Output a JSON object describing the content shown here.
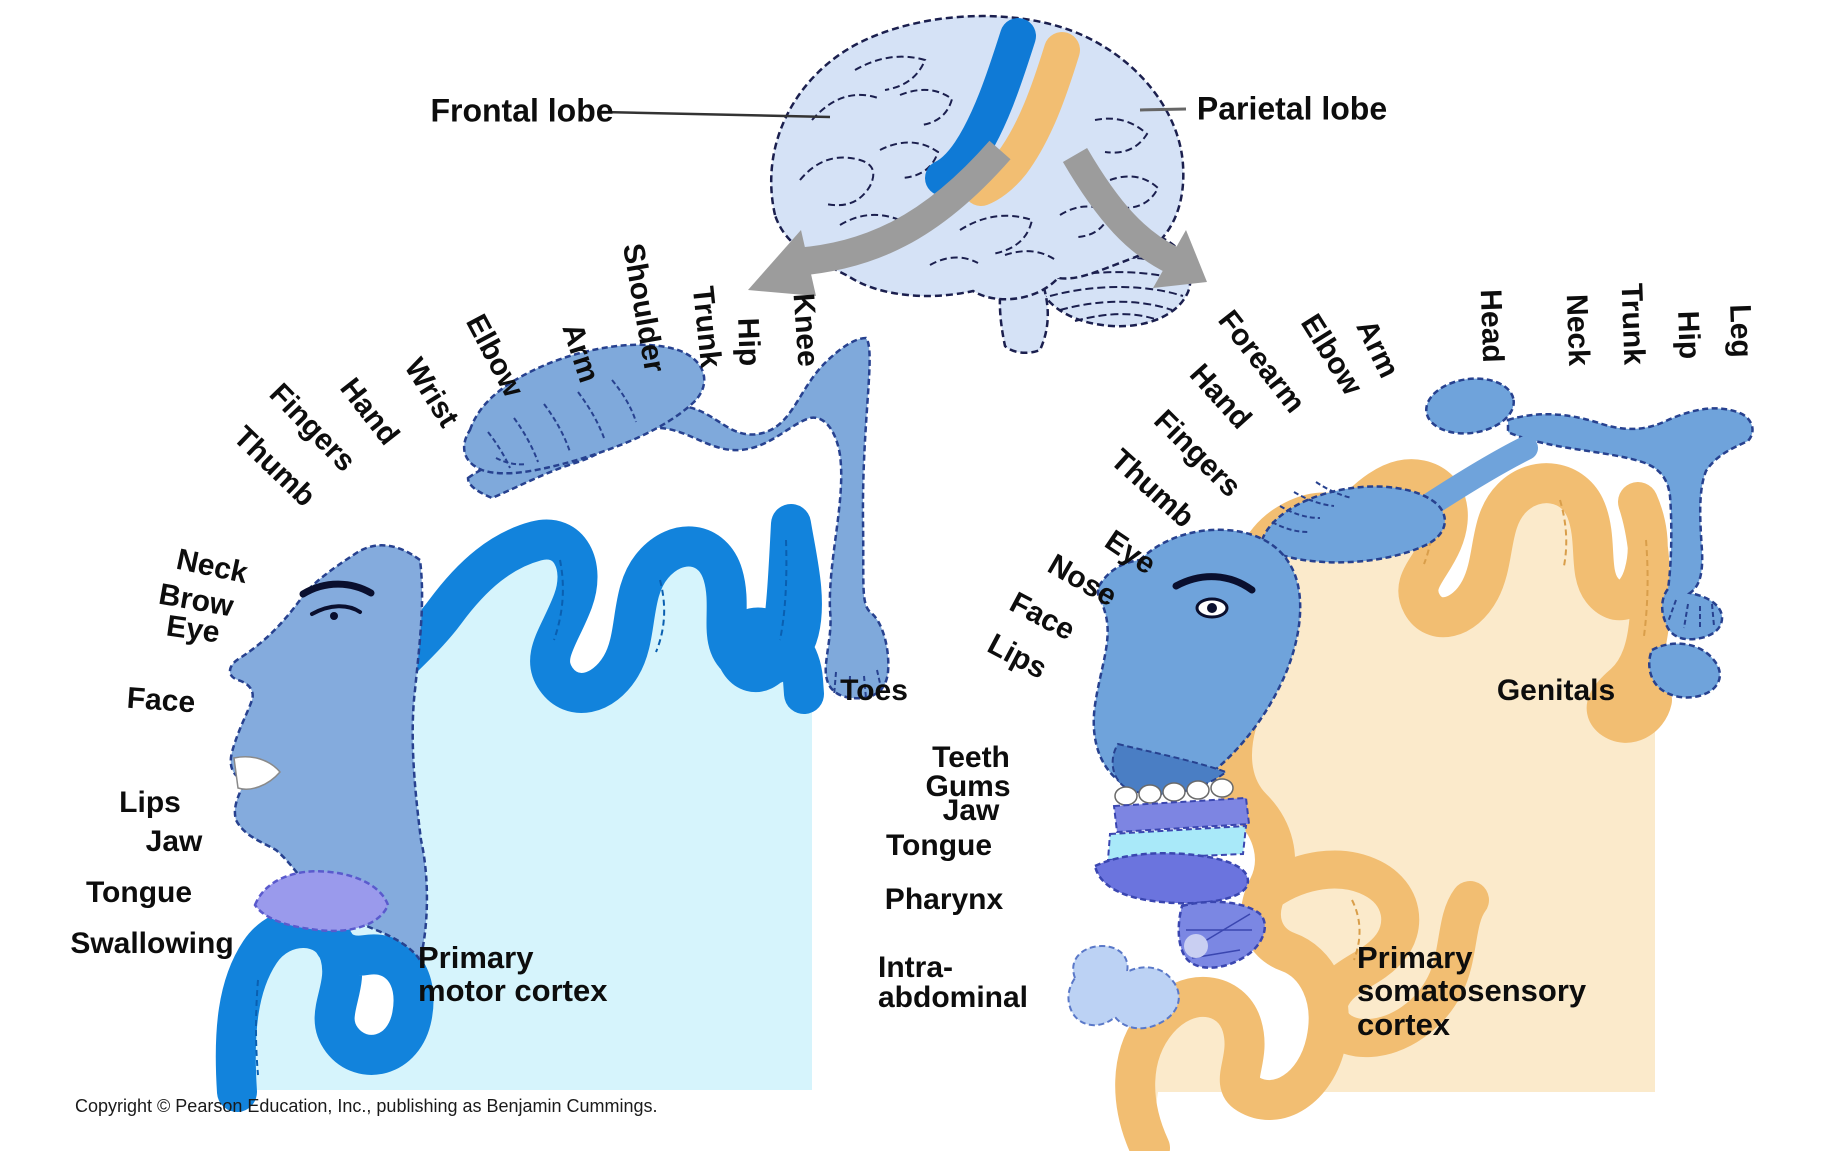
{
  "figure": {
    "description": "Motor and somatosensory homunculus diagram",
    "copyright": "Copyright © Pearson Education, Inc., publishing as Benjamin Cummings."
  },
  "brain": {
    "frontal": "Frontal lobe",
    "parietal": "Parietal lobe"
  },
  "motor": {
    "title": [
      "Primary",
      "motor cortex"
    ],
    "fan": [
      "Thumb",
      "Fingers",
      "Hand",
      "Wrist",
      "Elbow",
      "Arm",
      "Shoulder",
      "Trunk",
      "Hip",
      "Knee"
    ],
    "face_labels": [
      "Neck",
      "Brow",
      "Eye",
      "Face",
      "Lips",
      "Jaw",
      "Tongue",
      "Swallowing"
    ],
    "toes": "Toes"
  },
  "sensory": {
    "title": [
      "Primary",
      "somatosensory",
      "cortex"
    ],
    "fan": [
      "Thumb",
      "Fingers",
      "Hand",
      "Forearm",
      "Elbow",
      "Arm",
      "Head",
      "Neck",
      "Trunk",
      "Hip",
      "Leg"
    ],
    "face_labels": [
      "Eye",
      "Nose",
      "Face",
      "Lips"
    ],
    "mouth_labels": [
      "Teeth",
      "Gums",
      "Jaw",
      "Tongue",
      "Pharynx"
    ],
    "intra": [
      "Intra-",
      "abdominal"
    ],
    "genitals": "Genitals"
  },
  "colors": {
    "motor_band": "#1283DC",
    "motor_fill": "#D6F4FC",
    "sensory_band": "#F2BE72",
    "sensory_fill": "#FBEACB",
    "body_blue": "#7FA9DB",
    "brain_fill": "#D5E2F6",
    "brain_motor_strip": "#0F7AD6",
    "brain_sensory_strip": "#F2BE72",
    "tongue_purple": "#9A9AEC",
    "pharynx_blue": "#7B87E3",
    "arrow_gray": "#9C9C9C"
  }
}
